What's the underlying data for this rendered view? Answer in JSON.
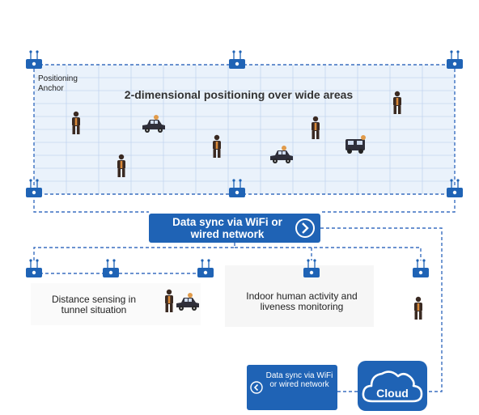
{
  "zone1": {
    "anchor_label": "Positioning Anchor",
    "title": "2-dimensional positioning over wide areas"
  },
  "banner": {
    "text": "Data sync via WiFi or wired network"
  },
  "zone2": {
    "distance_label": "Distance sensing in tunnel situation",
    "indoor_label": "Indoor human activity and liveness monitoring"
  },
  "sync_small": {
    "text": "Data sync via WiFi or wired network"
  },
  "cloud": {
    "label": "Cloud"
  },
  "colors": {
    "accent": "#1f63b5",
    "grid_fill": "#eaf2fb",
    "grid_line": "#9db9e0"
  }
}
